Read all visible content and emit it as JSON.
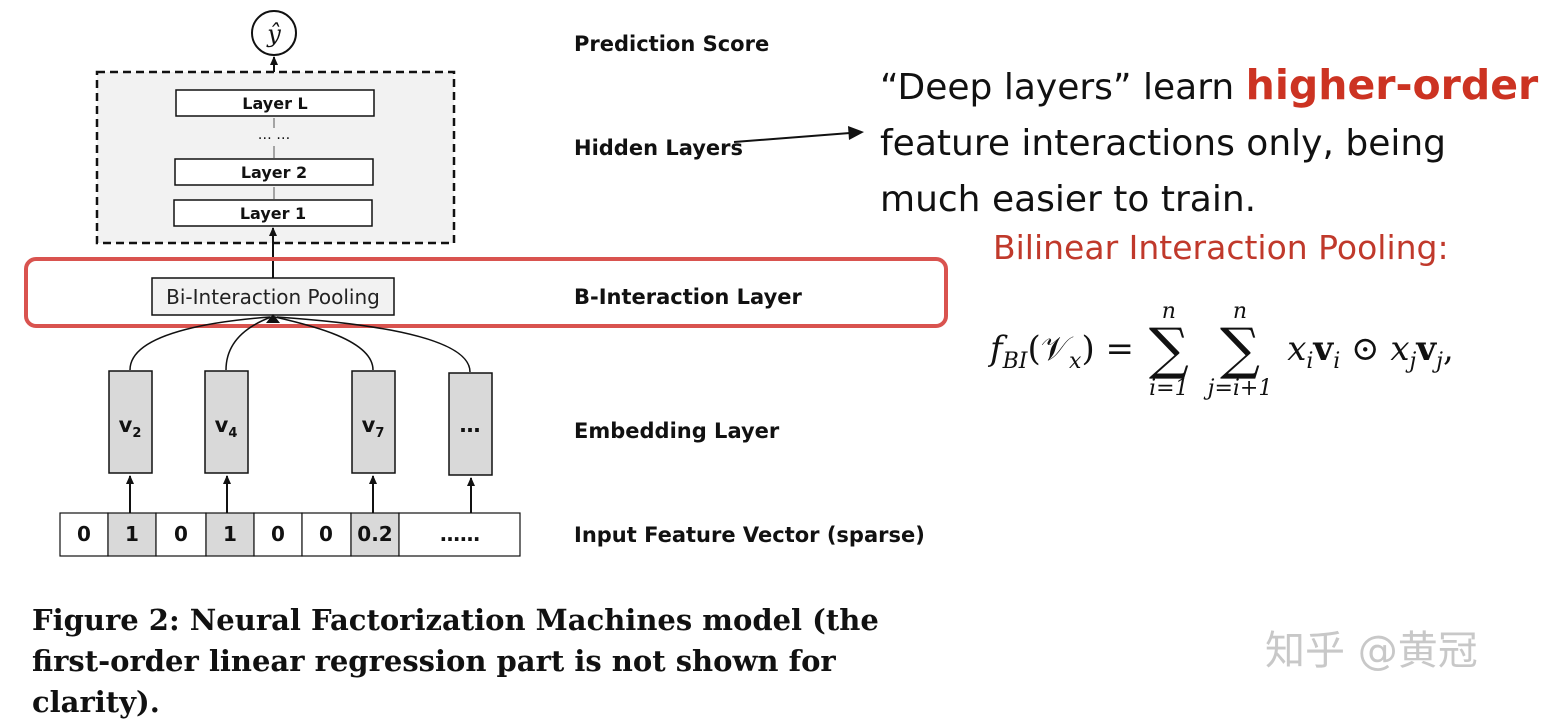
{
  "diagram": {
    "labels": {
      "prediction_score": "Prediction Score",
      "hidden_layers": "Hidden Layers",
      "b_interaction_layer": "B-Interaction Layer",
      "embedding_layer": "Embedding Layer",
      "input_feature_vector": "Input Feature Vector (sparse)"
    },
    "output_node": "ŷ",
    "hidden": {
      "layer_l": "Layer L",
      "dots": "…  …",
      "layer_2": "Layer 2",
      "layer_1": "Layer 1"
    },
    "pooling_box": "Bi-Interaction Pooling",
    "embeddings": [
      {
        "main": "v",
        "sub": "2"
      },
      {
        "main": "v",
        "sub": "4"
      },
      {
        "main": "v",
        "sub": "7"
      },
      {
        "main": "…",
        "sub": ""
      }
    ],
    "input_cells": [
      "0",
      "1",
      "0",
      "1",
      "0",
      "0",
      "0.2",
      "……"
    ],
    "highlighted_cells": [
      1,
      3,
      6
    ]
  },
  "caption": "Figure 2: Neural Factorization Machines model (the first-order linear regression part is not shown for clarity).",
  "note": {
    "line1_prefix": "“Deep layers” learn ",
    "line1_highlight": "higher-order",
    "line2": "feature interactions only, being",
    "line3": "much easier to train."
  },
  "bilinear_title": "Bilinear Interaction Pooling:",
  "formula": {
    "lhs_f": "f",
    "lhs_sub": "BI",
    "lhs_arg": "(𝒱",
    "lhs_arg_sub": "x",
    "lhs_close": ") =",
    "sum1_top": "n",
    "sum1_bot": "i=1",
    "sum2_top": "n",
    "sum2_bot": "j=i+1",
    "body": "x",
    "body_sub_i": "i",
    "body_v": "v",
    "body_sub_vi": "i",
    "odot": " ⊙ ",
    "body2": "x",
    "body_sub_j": "j",
    "body_v2": "v",
    "body_sub_vj": "j",
    "trail": ","
  },
  "watermark": "知乎 @黄冠",
  "colors": {
    "accent_red": "#cc3322",
    "frame_red": "#d9534f",
    "box_gray": "#d9d9d9",
    "hidden_bg": "#f2f2f2"
  }
}
